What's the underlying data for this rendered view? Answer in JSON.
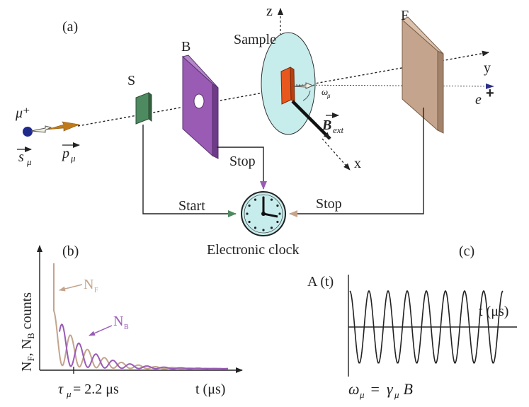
{
  "panel_a": {
    "label": "(a)",
    "axis_z": "z",
    "axis_y": "y",
    "axis_x": "x",
    "muon_label": "μ⁺",
    "spin_label": "s",
    "spin_sub": "μ",
    "momentum_label": "p",
    "momentum_sub": "μ",
    "detector_s": "S",
    "detector_b": "B",
    "detector_f": "F",
    "sample_label": "Sample",
    "omega_label": "ω",
    "omega_sub": "μ",
    "bext_label": "B",
    "bext_sub": "ext",
    "positron_label": "e",
    "positron_sup": "+",
    "stop_top": "Stop",
    "start_label": "Start",
    "stop_right": "Stop",
    "clock_label": "Electronic clock"
  },
  "panel_b": {
    "label": "(b)",
    "ylabel_1": "N",
    "ylabel_1_sub": "F",
    "ylabel_2": ", N",
    "ylabel_2_sub": "B",
    "ylabel_3": " counts",
    "nf_label": "N",
    "nf_sub": "F",
    "nb_label": "N",
    "nb_sub": "B",
    "tau_label": "τ",
    "tau_sub": "μ",
    "tau_value": " = 2.2 μs",
    "xlabel": "t (μs)"
  },
  "panel_c": {
    "label": "(c)",
    "ylabel": "A (t)",
    "xlabel": "t (μs)",
    "eq_omega": "ω",
    "eq_omega_sub": "μ",
    "eq_eq": " = ",
    "eq_gamma": "γ",
    "eq_gamma_sub": "μ",
    "eq_b": " B"
  },
  "colors": {
    "detector_s": "#4e8a60",
    "detector_b": "#9a5bb5",
    "detector_f": "#c4a48c",
    "sample_disc": "#c7ecec",
    "sample_plate": "#e8581e",
    "muon": "#1f2a8a",
    "momentum_arrow": "#c07a1a",
    "nf_curve": "#c4a48c",
    "nb_curve": "#9a5bb5",
    "clock_face": "#c7ecec"
  },
  "chart_data": [
    {
      "type": "line",
      "series": [
        {
          "name": "N_F",
          "function": "exp(-t/2.2)*(1-cos(omega t))"
        },
        {
          "name": "N_B",
          "function": "exp(-t/2.2)*(1+cos(omega t))"
        }
      ]
    },
    {
      "type": "line",
      "series": [
        {
          "name": "A(t)",
          "function": "cos(omega t)",
          "periods_shown": 8
        }
      ]
    }
  ]
}
